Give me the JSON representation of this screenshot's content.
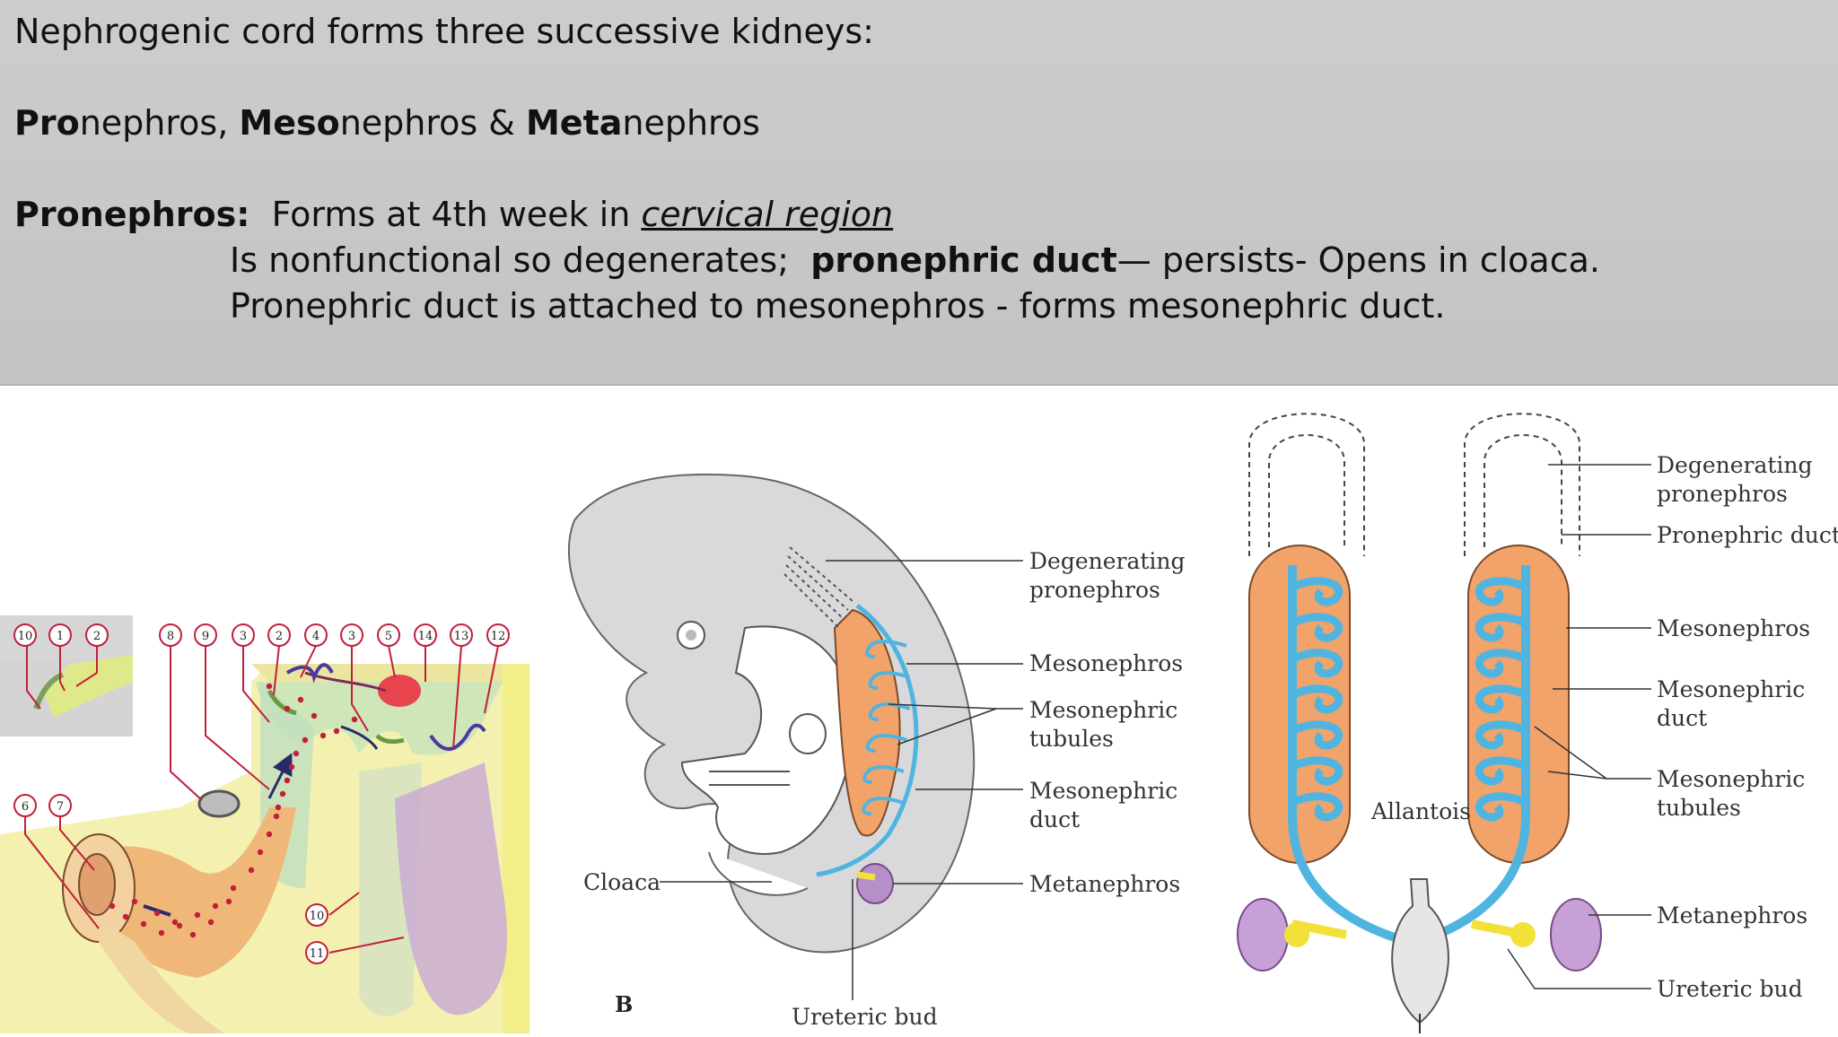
{
  "slide": {
    "line1": "Nephrogenic cord forms three successive kidneys:",
    "line2": {
      "pro_b": "Pro",
      "pro_r": "nephros, ",
      "meso_b": "Meso",
      "meso_r": "nephros & ",
      "meta_b": "Meta",
      "meta_r": "nephros"
    },
    "line3": {
      "label": "Pronephros:",
      "text": "Forms at 4th week in ",
      "emph": "cervical region"
    },
    "line4": {
      "text": "Is nonfunctional so degenerates;",
      "bold": "pronephric duct",
      "rest": "— persists- Opens in cloaca."
    },
    "line5": "Pronephric duct  is attached to  mesonephros -  forms mesonephric duct."
  },
  "figure_left": {
    "numbers_inset": [
      "10",
      "1",
      "2"
    ],
    "numbers_top": [
      "8",
      "9",
      "3",
      "2",
      "4",
      "3",
      "5",
      "14",
      "13",
      "12"
    ],
    "numbers_side": [
      "6",
      "7"
    ],
    "numbers_bottom": [
      "10",
      "11"
    ],
    "colors": {
      "circle_stroke": "#c0203a",
      "dots": "#c0203a"
    }
  },
  "figure_mid": {
    "labels": {
      "degen1": "Degenerating",
      "degen2": "pronephros",
      "mesonephros": "Mesonephros",
      "tub1": "Mesonephric",
      "tub2": "tubules",
      "duct1": "Mesonephric",
      "duct2": "duct",
      "metanephros": "Metanephros",
      "cloaca": "Cloaca",
      "ureteric": "Ureteric bud",
      "panel": "B"
    },
    "colors": {
      "embryo": "#d9d9db",
      "meso": "#f2a36a",
      "duct": "#4fb5e0",
      "meta": "#b78fc8",
      "bud": "#f3e13a"
    }
  },
  "figure_right": {
    "labels": {
      "degen1": "Degenerating",
      "degen2": "pronephros",
      "pro_duct": "Pronephric duct",
      "mesonephros": "Mesonephros",
      "duct1": "Mesonephric",
      "duct2": "duct",
      "tub1": "Mesonephric",
      "tub2": "tubules",
      "allantois": "Allantois",
      "metanephros": "Metanephros",
      "ureteric": "Ureteric bud"
    }
  }
}
